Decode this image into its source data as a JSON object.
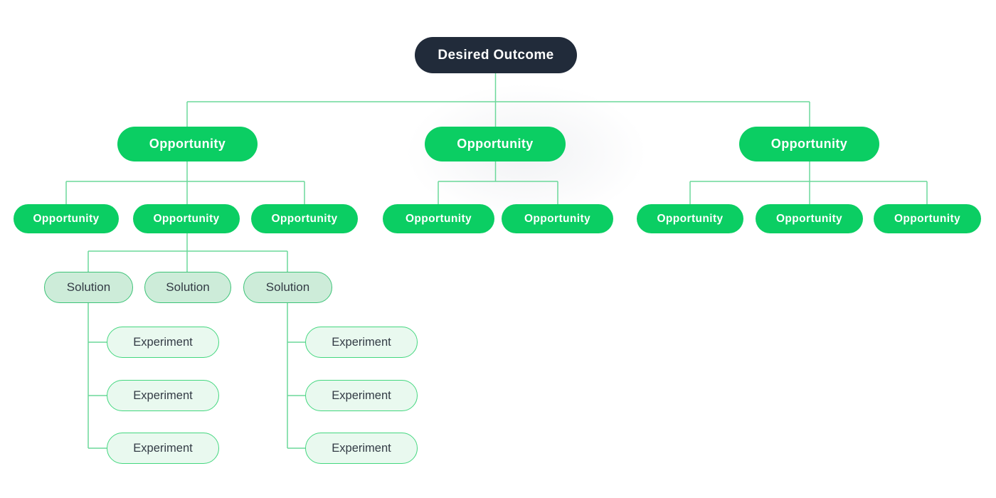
{
  "colors": {
    "outcome_bg": "#212b3a",
    "opportunity_bg": "#0bce63",
    "solution_bg": "#cdecd9",
    "solution_border": "#3cc377",
    "experiment_bg": "#e9f9ef",
    "experiment_border": "#44d77f",
    "connector": "#6bd89a",
    "text_light": "#ffffff",
    "text_dark": "#333b45"
  },
  "nodes": {
    "outcome": {
      "label": "Desired Outcome"
    },
    "opportunities_l2": [
      {
        "label": "Opportunity"
      },
      {
        "label": "Opportunity"
      },
      {
        "label": "Opportunity"
      }
    ],
    "opportunities_l3": {
      "left": [
        {
          "label": "Opportunity"
        },
        {
          "label": "Opportunity"
        },
        {
          "label": "Opportunity"
        }
      ],
      "middle": [
        {
          "label": "Opportunity"
        },
        {
          "label": "Opportunity"
        }
      ],
      "right": [
        {
          "label": "Opportunity"
        },
        {
          "label": "Opportunity"
        },
        {
          "label": "Opportunity"
        }
      ]
    },
    "solutions": [
      {
        "label": "Solution"
      },
      {
        "label": "Solution"
      },
      {
        "label": "Solution"
      }
    ],
    "experiments": {
      "left": [
        {
          "label": "Experiment"
        },
        {
          "label": "Experiment"
        },
        {
          "label": "Experiment"
        }
      ],
      "right": [
        {
          "label": "Experiment"
        },
        {
          "label": "Experiment"
        },
        {
          "label": "Experiment"
        }
      ]
    }
  }
}
